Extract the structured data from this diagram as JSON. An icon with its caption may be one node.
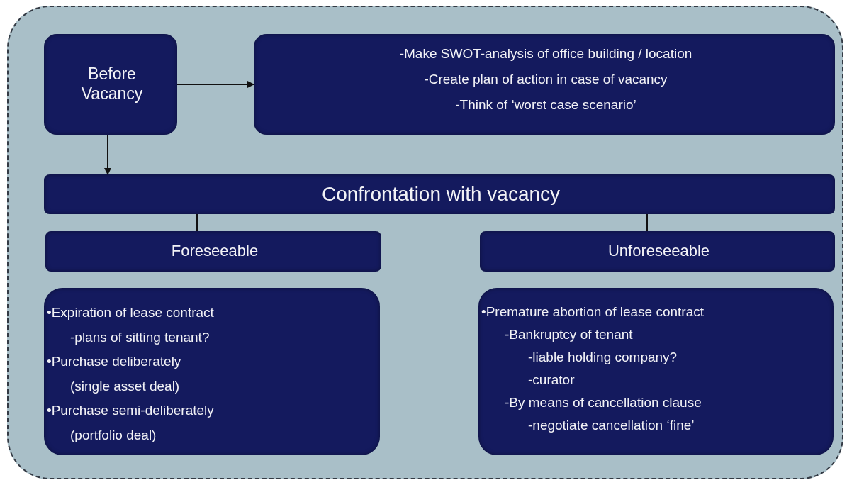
{
  "diagram": {
    "nodes": [
      {
        "text": [],
        "shape": "box"
      },
      {
        "text": [
          "Before Vacancy"
        ],
        "in": 0
      },
      {
        "text": [
          "-Make SWOT-analysis of office building / location",
          "-Create plan of action in case of vacancy",
          "-Think of ‘worst case scenario’"
        ],
        "in": 0
      },
      {
        "text": [
          "Confrontation with vacancy"
        ],
        "in": 0
      },
      {
        "text": [
          "Foreseeable"
        ],
        "in": 0
      },
      {
        "text": [
          "Unforeseeable"
        ],
        "in": 0
      },
      {
        "text": [
          "•Expiration of lease contract",
          "-plans of sitting tenant?",
          "•Purchase deliberately",
          "(single asset deal)",
          "•Purchase semi-deliberately",
          "(portfolio deal)"
        ],
        "in": 0
      },
      {
        "text": [
          "•Premature abortion of lease contract",
          "-Bankruptcy of tenant",
          "-liable holding company?",
          "-curator",
          "-By means of cancellation clause",
          "-negotiate cancellation ‘fine’"
        ],
        "in": 0
      }
    ],
    "edges": [
      {
        "from": 1,
        "to": 2,
        "arrow": "to"
      },
      {
        "from": 1,
        "to": 3,
        "arrow": "to"
      },
      {
        "from": 3,
        "to": 4,
        "arrow": "none"
      },
      {
        "from": 3,
        "to": 5,
        "arrow": "none"
      }
    ]
  }
}
